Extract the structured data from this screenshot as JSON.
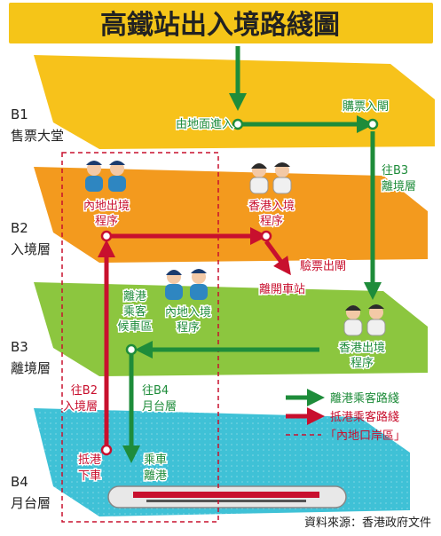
{
  "title": "高鐵站出入境路綫圖",
  "floors": [
    {
      "code": "B1",
      "name": "售票大堂"
    },
    {
      "code": "B2",
      "name": "入境層"
    },
    {
      "code": "B3",
      "name": "離境層"
    },
    {
      "code": "B4",
      "name": "月台層"
    }
  ],
  "labels": {
    "from_ground": "由地面進入",
    "buy_ticket": "購票入閘",
    "to_b3_l1": "往B3",
    "to_b3_l2": "離境層",
    "mainland_exit_l1": "內地出境",
    "mainland_exit_l2": "程序",
    "hk_entry_l1": "香港入境",
    "hk_entry_l2": "程序",
    "check_exit": "驗票出閘",
    "leave_station": "離開車站",
    "waiting_l1": "離港",
    "waiting_l2": "乘客",
    "waiting_l3": "候車區",
    "mainland_entry_l1": "內地入境",
    "mainland_entry_l2": "程序",
    "hk_departure_l1": "香港出境",
    "hk_departure_l2": "程序",
    "to_b2_l1": "往B2",
    "to_b2_l2": "入境層",
    "to_b4_l1": "往B4",
    "to_b4_l2": "月台層",
    "arrive_l1": "抵港",
    "arrive_l2": "下車",
    "board_l1": "乘車",
    "board_l2": "離港"
  },
  "legend": {
    "departure": "離港乘客路綫",
    "arrival": "抵港乘客路綫",
    "port_area": "「內地口岸區」"
  },
  "source": "資料來源：香港政府文件",
  "colors": {
    "title_bg": "#F5C518",
    "b1": "#F7C21B",
    "b2": "#F39A1E",
    "b3": "#8CC63F",
    "b4": "#3FC1D6",
    "green_route": "#1E8C3A",
    "red_route": "#C8102E",
    "mainland_uniform": "#2E86C1",
    "hk_uniform": "#F0F0F0"
  }
}
